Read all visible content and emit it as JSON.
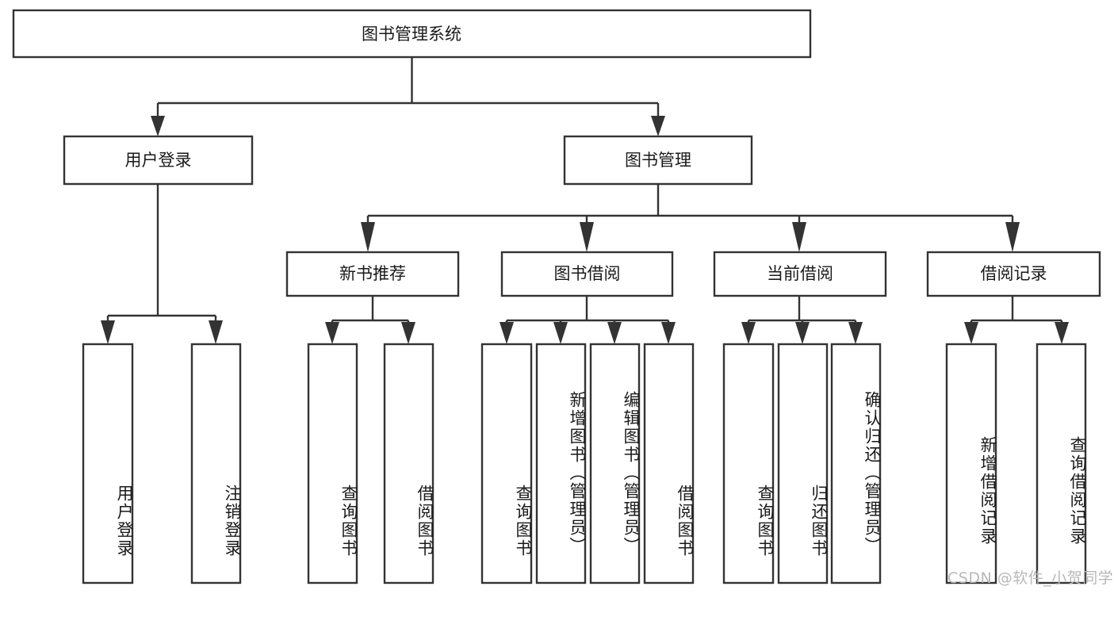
{
  "diagram": {
    "type": "tree-hierarchy-flowchart",
    "title": "图书管理系统",
    "background_color": "#ffffff",
    "box_stroke_color": "#333333",
    "box_fill_color": "#ffffff",
    "text_color": "#1a1a1a",
    "levels": [
      {
        "level": 1,
        "nodes": [
          {
            "id": "root",
            "label": "图书管理系统",
            "orientation": "horizontal"
          }
        ]
      },
      {
        "level": 2,
        "nodes": [
          {
            "id": "login",
            "label": "用户登录",
            "orientation": "horizontal",
            "parent": "root"
          },
          {
            "id": "bookmgmt",
            "label": "图书管理",
            "orientation": "horizontal",
            "parent": "root"
          }
        ]
      },
      {
        "level": 3,
        "nodes": [
          {
            "id": "newbook",
            "label": "新书推荐",
            "orientation": "horizontal",
            "parent": "bookmgmt"
          },
          {
            "id": "borrow",
            "label": "图书借阅",
            "orientation": "horizontal",
            "parent": "bookmgmt"
          },
          {
            "id": "current",
            "label": "当前借阅",
            "orientation": "horizontal",
            "parent": "bookmgmt"
          },
          {
            "id": "records",
            "label": "借阅记录",
            "orientation": "horizontal",
            "parent": "bookmgmt"
          }
        ]
      },
      {
        "level": 4,
        "nodes": [
          {
            "id": "leaf-1",
            "label": "用户登录",
            "orientation": "vertical",
            "parent": "login"
          },
          {
            "id": "leaf-2",
            "label": "注销登录",
            "orientation": "vertical",
            "parent": "login"
          },
          {
            "id": "leaf-3",
            "label": "查询图书",
            "orientation": "vertical",
            "parent": "newbook"
          },
          {
            "id": "leaf-4",
            "label": "借阅图书",
            "orientation": "vertical",
            "parent": "newbook"
          },
          {
            "id": "leaf-5",
            "label": "查询图书",
            "orientation": "vertical",
            "parent": "borrow"
          },
          {
            "id": "leaf-6",
            "label": "新增图书（管理员）",
            "orientation": "vertical",
            "parent": "borrow"
          },
          {
            "id": "leaf-7",
            "label": "编辑图书（管理员）",
            "orientation": "vertical",
            "parent": "borrow"
          },
          {
            "id": "leaf-8",
            "label": "借阅图书",
            "orientation": "vertical",
            "parent": "borrow"
          },
          {
            "id": "leaf-9",
            "label": "查询图书",
            "orientation": "vertical",
            "parent": "current"
          },
          {
            "id": "leaf-10",
            "label": "归还图书",
            "orientation": "vertical",
            "parent": "current"
          },
          {
            "id": "leaf-11",
            "label": "确认归还（管理员）",
            "orientation": "vertical",
            "parent": "current"
          },
          {
            "id": "leaf-12",
            "label": "新增借阅记录",
            "orientation": "vertical",
            "parent": "records"
          },
          {
            "id": "leaf-13",
            "label": "查询借阅记录",
            "orientation": "vertical",
            "parent": "records"
          }
        ]
      }
    ]
  },
  "nodes": {
    "root": {
      "label": "图书管理系统"
    },
    "login": {
      "label": "用户登录"
    },
    "bookmgmt": {
      "label": "图书管理"
    },
    "newbook": {
      "label": "新书推荐"
    },
    "borrow": {
      "label": "图书借阅"
    },
    "current": {
      "label": "当前借阅"
    },
    "records": {
      "label": "借阅记录"
    },
    "leaf1": {
      "label": "用户登录"
    },
    "leaf2": {
      "label": "注销登录"
    },
    "leaf3": {
      "label": "查询图书"
    },
    "leaf4": {
      "label": "借阅图书"
    },
    "leaf5": {
      "label": "查询图书"
    },
    "leaf6": {
      "label": "新增图书（管理员）"
    },
    "leaf7": {
      "label": "编辑图书（管理员）"
    },
    "leaf8": {
      "label": "借阅图书"
    },
    "leaf9": {
      "label": "查询图书"
    },
    "leaf10": {
      "label": "归还图书"
    },
    "leaf11": {
      "label": "确认归还（管理员）"
    },
    "leaf12": {
      "label": "新增借阅记录"
    },
    "leaf13": {
      "label": "查询借阅记录"
    }
  },
  "watermark": {
    "text": "CSDN @软件_小贺同学",
    "color": "#b8b8b8"
  }
}
